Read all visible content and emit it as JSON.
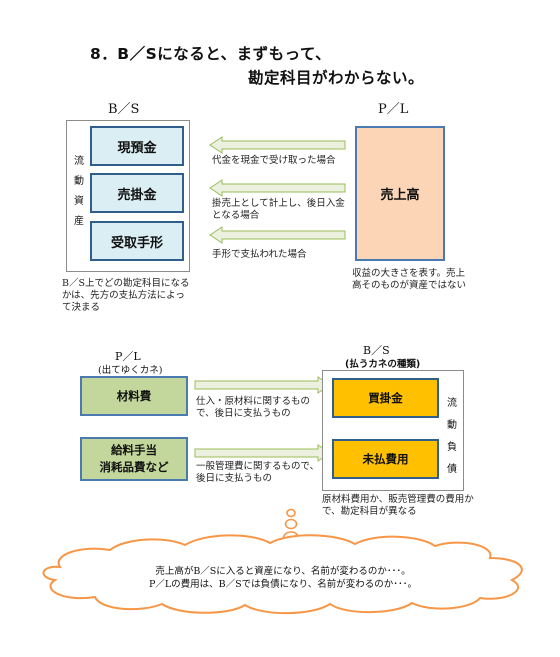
{
  "title": {
    "line1": "8．B／Sになると、まずもって、",
    "line2": "勘定科目がわからない。"
  },
  "section1": {
    "bs_header": "B／S",
    "pl_header": "P／L",
    "side_label": "流動資産",
    "bs_items": [
      "現預金",
      "売掛金",
      "受取手形"
    ],
    "pl_item": "売上高",
    "arrow_labels": [
      "代金を現金で受け取った場合",
      "掛売上として計上し、後日入金となる場合",
      "手形で支払われた場合"
    ],
    "bs_note": "B／S上でどの勘定科目になるかは、先方の支払方法によって決まる",
    "pl_note": "収益の大きさを表す。売上高そのものが資産ではない"
  },
  "section2": {
    "pl_header": "P／L",
    "pl_subheader": "(出てゆくカネ)",
    "bs_header": "B／S",
    "bs_subheader": "(払うカネの種類)",
    "pl_items": [
      "材料費",
      "給料手当",
      "消耗品費など"
    ],
    "bs_items": [
      "買掛金",
      "未払費用"
    ],
    "side_label": "流動負債",
    "arrow_labels": [
      "仕入・原材料に関するもので、後日に支払うもの",
      "一般管理費に関するもので、後日に支払うもの"
    ],
    "bs_note": "原材料費用か、販売管理費の費用かで、勘定科目が異なる"
  },
  "thought": {
    "line1": "売上高がB／Sに入ると資産になり、名前が変わるのか･･･。",
    "line2": "P／Lの費用は、B／Sでは負債になり、名前が変わるのか･･･。"
  },
  "colors": {
    "arrow_fill": "#ebf1de",
    "arrow_stroke": "#9bbb59",
    "cloud_stroke": "#f79646",
    "blue_box": "#daeef3",
    "pl_box": "#fbd5b5",
    "green_box": "#c3d69b",
    "gold_box": "#ffc000"
  }
}
